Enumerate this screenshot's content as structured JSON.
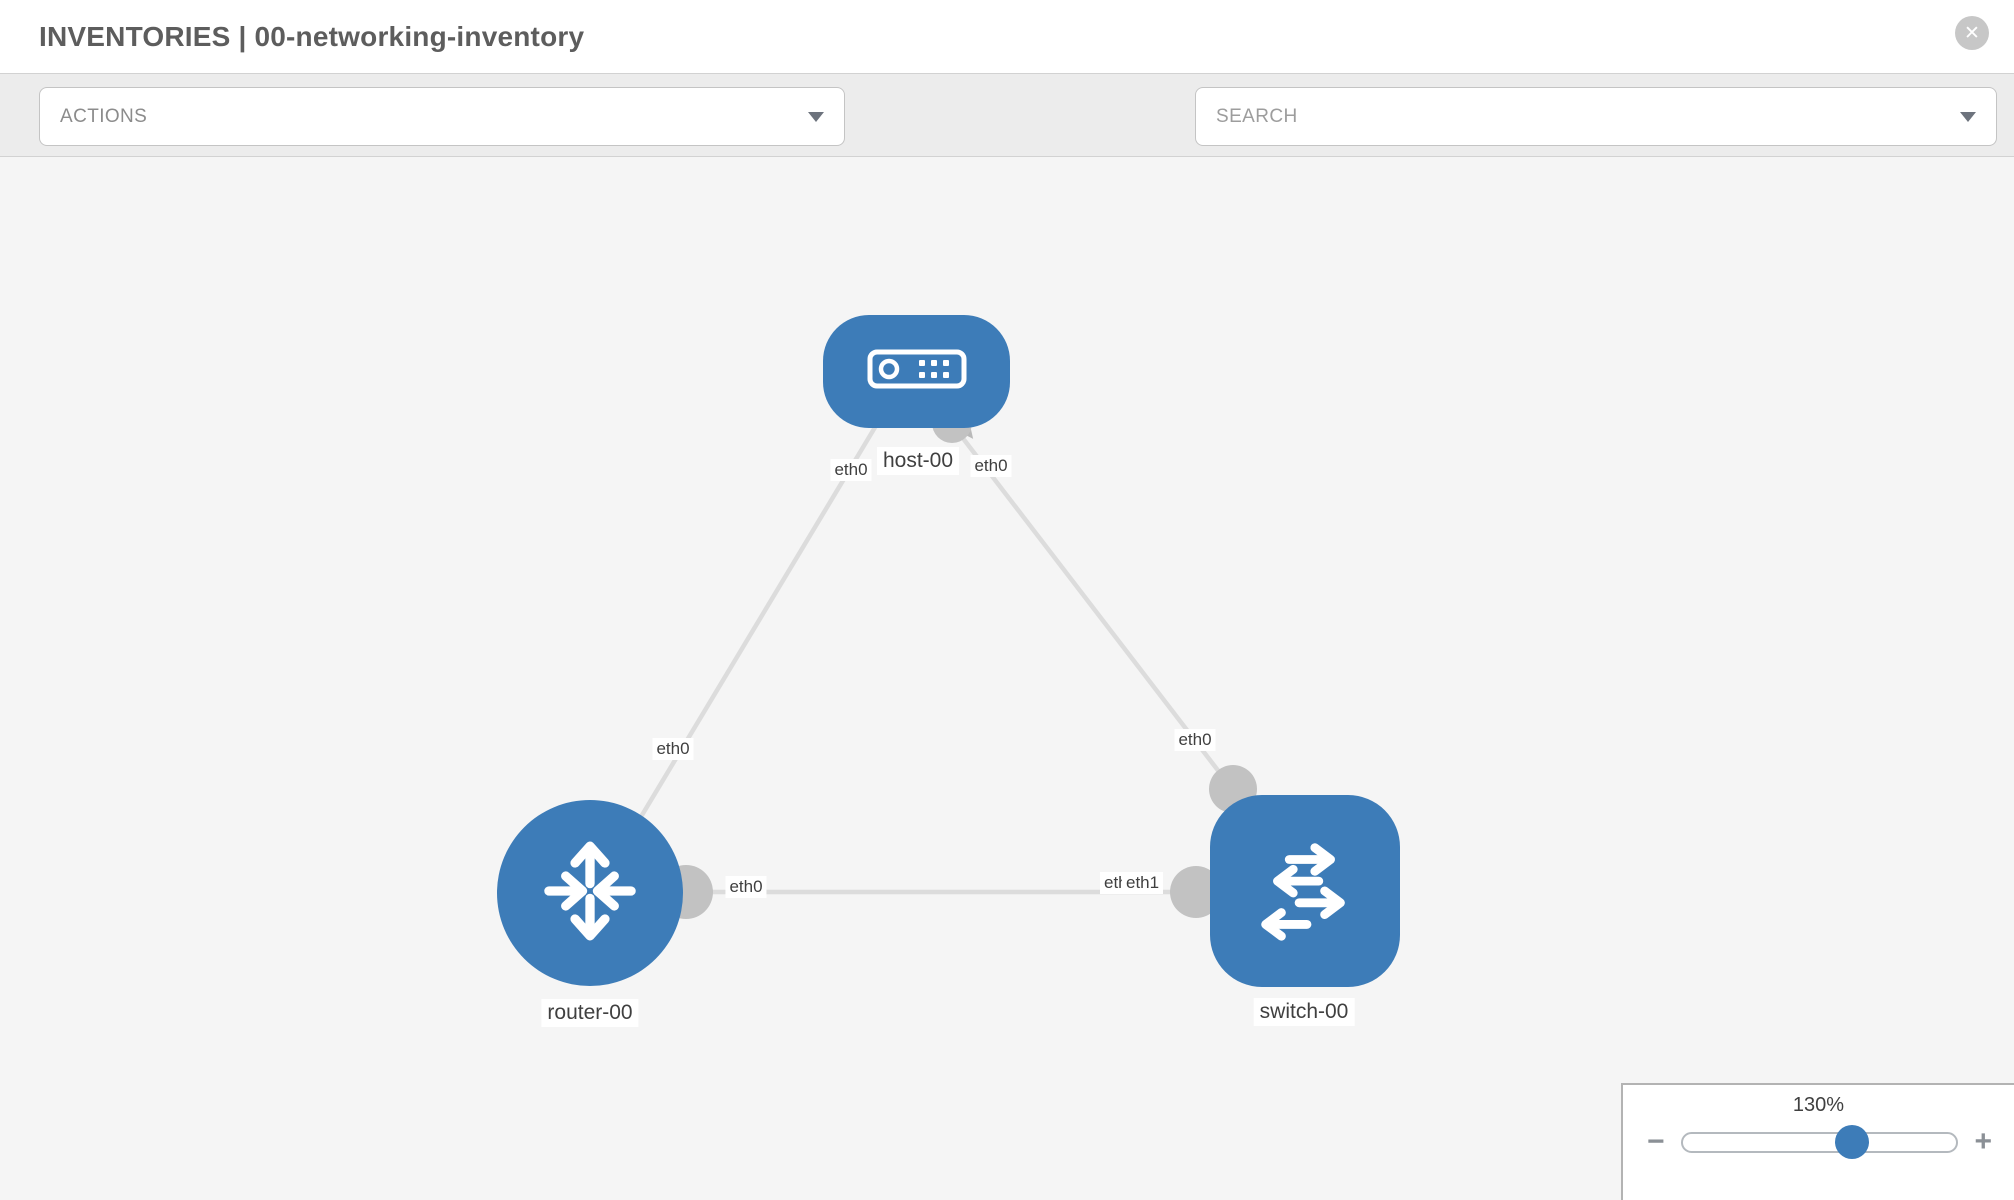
{
  "header": {
    "title": "INVENTORIES | 00-networking-inventory",
    "close_glyph": "✕"
  },
  "toolbar": {
    "actions_label": "ACTIONS",
    "search_placeholder": "SEARCH"
  },
  "icons": {
    "wrench": "wrench-icon",
    "key": "key-icon",
    "close": "close-icon",
    "dropdown": "chevron-down-icon"
  },
  "topology": {
    "nodes": [
      {
        "id": "host-00",
        "type": "host",
        "label": "host-00"
      },
      {
        "id": "router-00",
        "type": "router",
        "label": "router-00"
      },
      {
        "id": "switch-00",
        "type": "switch",
        "label": "switch-00"
      }
    ],
    "links": [
      {
        "from": "host-00",
        "to": "router-00",
        "end_a_label": "eth0",
        "end_b_label": "eth0"
      },
      {
        "from": "host-00",
        "to": "switch-00",
        "end_a_label": "eth0",
        "end_b_label": "eth0"
      },
      {
        "from": "router-00",
        "to": "switch-00",
        "end_a_label": "eth0",
        "end_b_label": "eth0",
        "end_b_label2": "eth1"
      }
    ]
  },
  "zoom_control": {
    "level": "130%",
    "minus_glyph": "−",
    "plus_glyph": "+"
  },
  "colors": {
    "node_blue": "#3d7cb8",
    "link_gray": "#dcdcdc",
    "connector_gray": "#c2c2c2",
    "canvas_bg": "#f5f5f5",
    "toolbar_bg": "#ececec"
  }
}
